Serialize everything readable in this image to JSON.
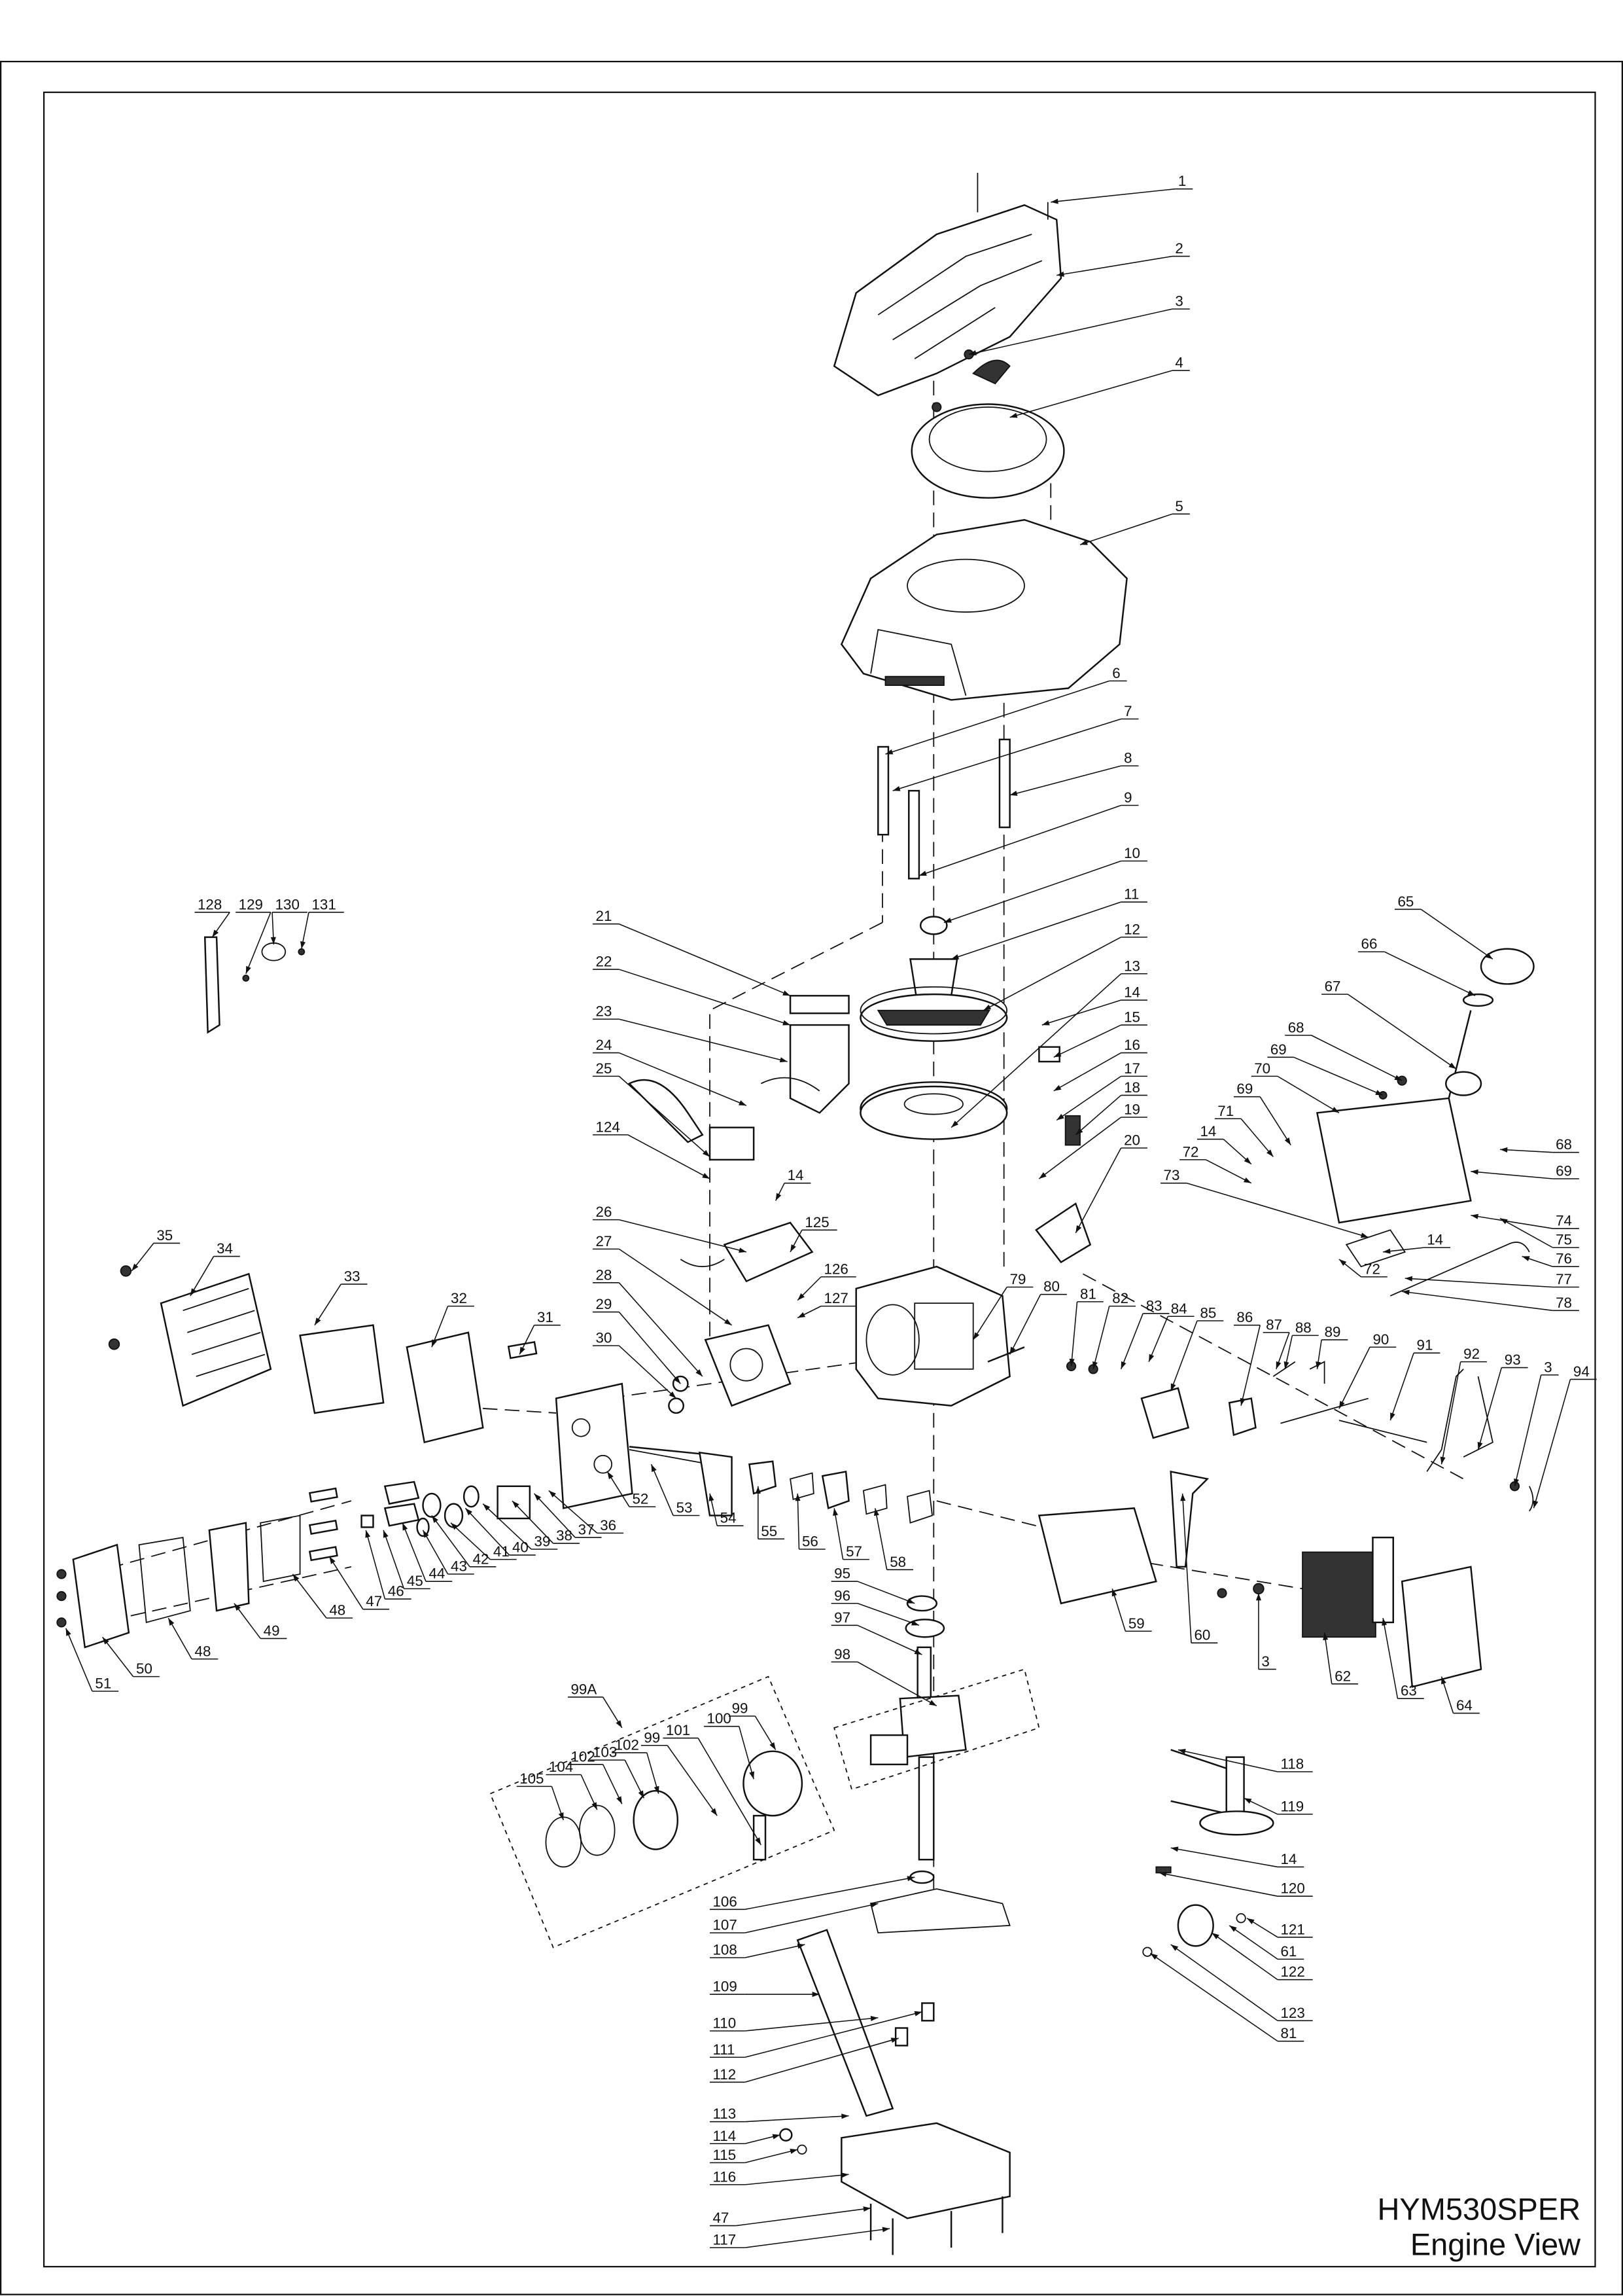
{
  "title": {
    "model": "HYM530SPER",
    "view": "Engine View"
  },
  "callouts": [
    "1",
    "2",
    "3",
    "4",
    "5",
    "6",
    "7",
    "8",
    "9",
    "10",
    "11",
    "12",
    "13",
    "14",
    "15",
    "16",
    "17",
    "18",
    "19",
    "20",
    "21",
    "22",
    "23",
    "24",
    "25",
    "124",
    "26",
    "27",
    "28",
    "29",
    "30",
    "31",
    "32",
    "33",
    "34",
    "35",
    "14",
    "125",
    "126",
    "127",
    "79",
    "80",
    "81",
    "82",
    "83",
    "84",
    "85",
    "86",
    "87",
    "88",
    "89",
    "90",
    "91",
    "92",
    "93",
    "3",
    "94",
    "65",
    "66",
    "67",
    "68",
    "69",
    "70",
    "69",
    "71",
    "14",
    "72",
    "73",
    "68",
    "69",
    "74",
    "75",
    "76",
    "77",
    "78",
    "14",
    "72",
    "52",
    "53",
    "54",
    "55",
    "56",
    "57",
    "58",
    "36",
    "37",
    "38",
    "39",
    "40",
    "41",
    "42",
    "43",
    "44",
    "45",
    "46",
    "47",
    "48",
    "49",
    "48",
    "50",
    "51",
    "59",
    "60",
    "3",
    "62",
    "63",
    "64",
    "95",
    "96",
    "97",
    "98",
    "99A",
    "128",
    "129",
    "130",
    "131",
    "100",
    "99",
    "101",
    "99",
    "102",
    "103",
    "102",
    "104",
    "105",
    "106",
    "107",
    "108",
    "109",
    "110",
    "111",
    "112",
    "113",
    "114",
    "115",
    "116",
    "47",
    "117",
    "118",
    "119",
    "14",
    "120",
    "121",
    "61",
    "122",
    "123",
    "81"
  ]
}
